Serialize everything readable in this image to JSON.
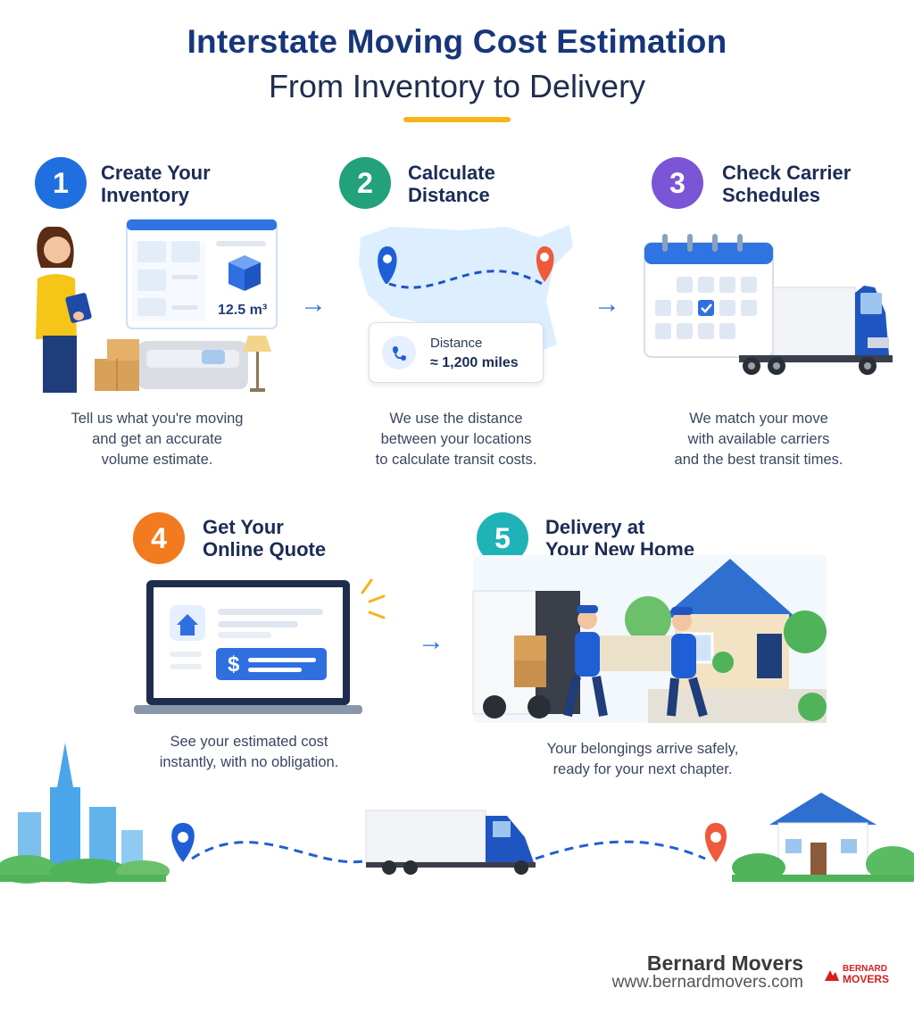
{
  "header": {
    "title": "Interstate Moving Cost Estimation",
    "subtitle": "From Inventory to Delivery"
  },
  "steps": [
    {
      "number": "1",
      "title": "Create Your\nInventory",
      "desc": "Tell us what you're moving\nand get an accurate\nvolume estimate."
    },
    {
      "number": "2",
      "title": "Calculate\nDistance",
      "desc": "We use the distance\nbetween your locations\nto calculate transit costs."
    },
    {
      "number": "3",
      "title": "Check Carrier\nSchedules",
      "desc": "We match your move\nwith available carriers\nand the best transit times."
    },
    {
      "number": "4",
      "title": "Get Your\nOnline Quote",
      "desc": "See your estimated cost\ninstantly, with no obligation."
    },
    {
      "number": "5",
      "title": "Delivery at\nYour New Home",
      "desc": "Your belongings arrive safely,\nready for your next chapter."
    }
  ],
  "inventory": {
    "volume": "12.5 m³"
  },
  "distance": {
    "label": "Distance",
    "value": "≈ 1,200 miles"
  },
  "quote": {
    "currency_symbol": "$"
  },
  "footer": {
    "brand_name": "Bernard Movers",
    "url": "www.bernardmovers.com",
    "logo_text_top": "BERNARD",
    "logo_text_bottom": "MOVERS"
  },
  "colors": {
    "step1": "#1f6fe0",
    "step2": "#22a17a",
    "step3": "#7a55d6",
    "step4": "#f27a1f",
    "step5": "#1fb3b8",
    "title": "#17367a",
    "accent": "#f5b41a",
    "brand_red": "#d62020"
  }
}
